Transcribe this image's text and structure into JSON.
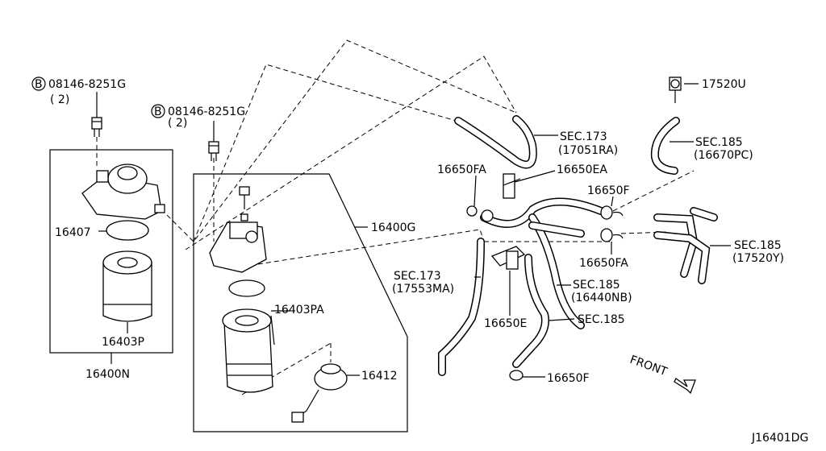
{
  "bolt_left": {
    "symbol": "B",
    "number": "08146-8251G",
    "qty": "( 2)"
  },
  "bolt_mid": {
    "symbol": "B",
    "number": "08146-8251G",
    "qty": "( 2)"
  },
  "labels": {
    "p16407": "16407",
    "p16403P": "16403P",
    "p16400N": "16400N",
    "p16400G": "16400G",
    "p16403PA": "16403PA",
    "p16412": "16412",
    "sec173_upper": "SEC.173",
    "sec173_upper_ref": "(17051RA)",
    "p16650FA_top": "16650FA",
    "p16650EA": "16650EA",
    "p17520U": "17520U",
    "sec185_top": "SEC.185",
    "sec185_top_ref": "(16670PC)",
    "p16650F_top": "16650F",
    "sec185_right": "SEC.185",
    "sec185_right_ref": "(17520Y)",
    "p16650FA_mid": "16650FA",
    "sec173_lower": "SEC.173",
    "sec173_lower_ref": "(17553MA)",
    "sec185_mid": "SEC.185",
    "sec185_mid_ref": "(16440NB)",
    "p16650E": "16650E",
    "sec185_low": "SEC.185",
    "p16650F_bottom": "16650F",
    "front": "FRONT",
    "diagram_id": "J16401DG"
  }
}
